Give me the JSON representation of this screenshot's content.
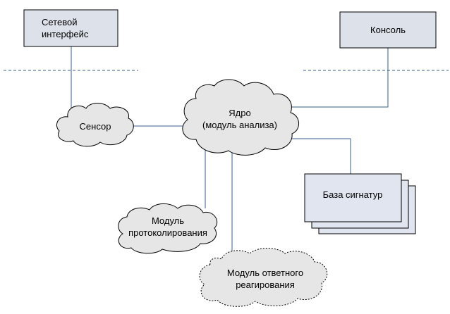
{
  "diagram": {
    "nodes": {
      "network_interface": {
        "lines": [
          "Сетевой",
          "интерфейс"
        ]
      },
      "console": {
        "lines": [
          "Консоль"
        ]
      },
      "sensor": {
        "lines": [
          "Сенсор"
        ]
      },
      "core": {
        "lines": [
          "Ядро",
          "(модуль анализа)"
        ]
      },
      "signature_db": {
        "lines": [
          "База сигнатур"
        ]
      },
      "logging_module": {
        "lines": [
          "Модуль",
          "протоколирования"
        ]
      },
      "response_module": {
        "lines": [
          "Модуль ответного",
          "реагирования"
        ]
      }
    },
    "colors": {
      "box_fill": "#dde2ea",
      "cloud_fill": "#e6e6e6",
      "link": "#3a5f8f",
      "outline": "#000000"
    }
  }
}
